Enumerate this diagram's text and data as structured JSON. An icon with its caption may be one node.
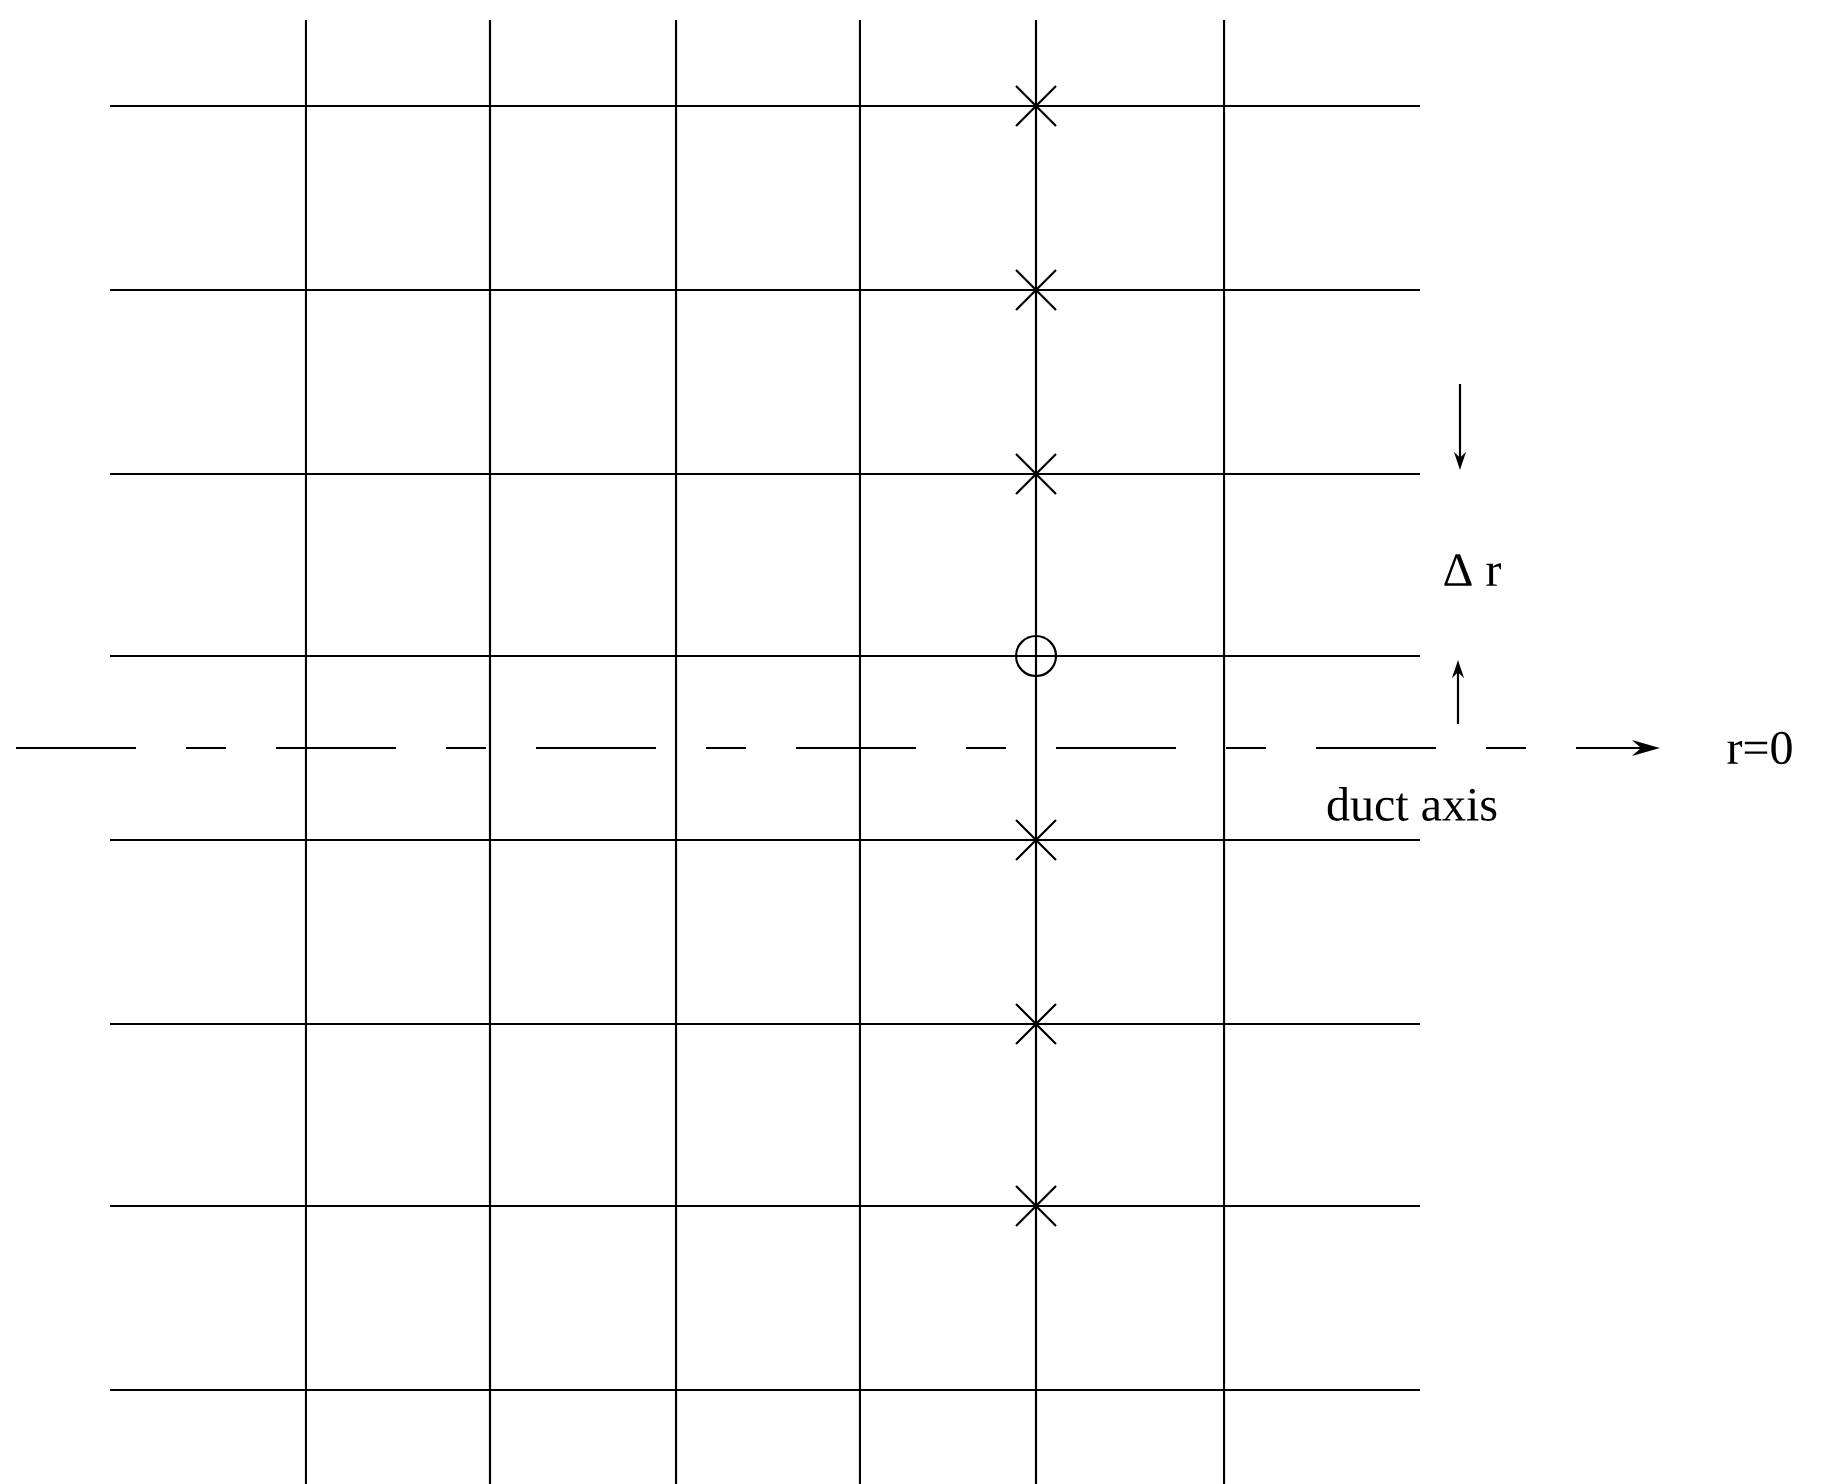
{
  "diagram": {
    "labels": [
      "Δ r",
      "duct axis",
      "r=0"
    ]
  }
}
